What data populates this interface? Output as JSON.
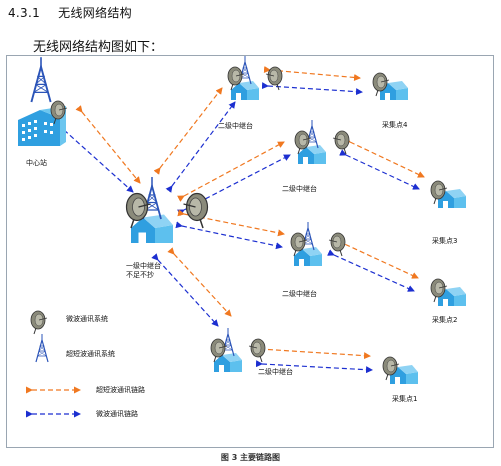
{
  "heading": {
    "number": "4.3.1",
    "title": "无线网络结构"
  },
  "intro": "无线网络结构图如下：",
  "nodes": {
    "center": "中心站",
    "relay1": "一级中继台",
    "relay1_sub": "不足不抄",
    "relay2_top": "二级中继台",
    "relay2_mid_upper": "二级中继台",
    "relay2_mid_lower": "二级中继台",
    "relay2_bottom": "二级中继台",
    "collect4": "采集点4",
    "collect3": "采集点3",
    "collect2": "采集点2",
    "collect1": "采集点1"
  },
  "legend": {
    "microwave_system": "微波通讯系统",
    "ultrashort_system": "超短波通讯系统",
    "ultrashort_link": "超短波通讯链路",
    "microwave_link": "微波通讯链路"
  },
  "caption": "图 3  主要链路图",
  "colors": {
    "ultrashort_link": "#f07820",
    "microwave_link": "#1c2fd0",
    "building": "#2f9fe0",
    "tower": "#2b54b8"
  },
  "icons": {
    "dish": "microwave-dish-icon",
    "tower": "antenna-tower-icon",
    "building": "station-building-icon"
  }
}
